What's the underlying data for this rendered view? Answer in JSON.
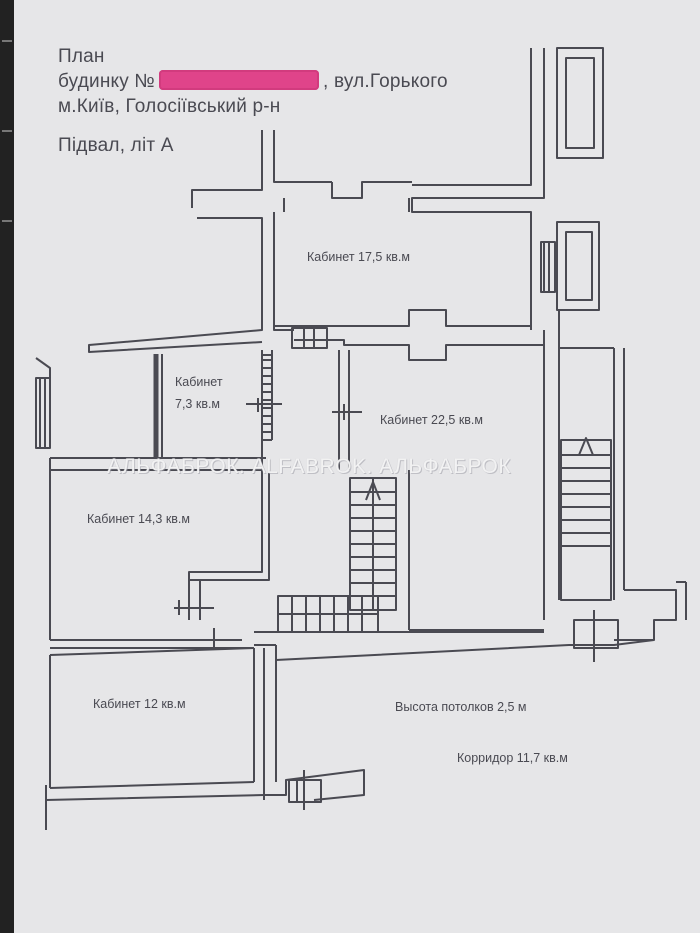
{
  "header": {
    "line1": "План",
    "line2_prefix": "будинку №",
    "line2_suffix": ", вул.Горького",
    "line3": "м.Київ, Голосіївський р-н",
    "line4": "Підвал, літ А"
  },
  "rooms": {
    "cabinet_17_5": "Кабинет 17,5 кв.м",
    "cabinet_7_3_a": "Кабинет",
    "cabinet_7_3_b": "7,3 кв.м",
    "cabinet_22_5": "Кабинет  22,5 кв.м",
    "cabinet_14_3": "Кабинет 14,3 кв.м",
    "cabinet_12": "Кабинет 12 кв.м",
    "ceiling_height": "Высота потолков 2,5 м",
    "corridor": "Корридор 11,7 кв.м"
  },
  "watermark": "АЛЬФАБРОК. ALFABROK. АЛЬФАБРОК",
  "colors": {
    "paper": "#e6e6e8",
    "ink": "#4a4a52",
    "redaction": "#e0448a"
  }
}
